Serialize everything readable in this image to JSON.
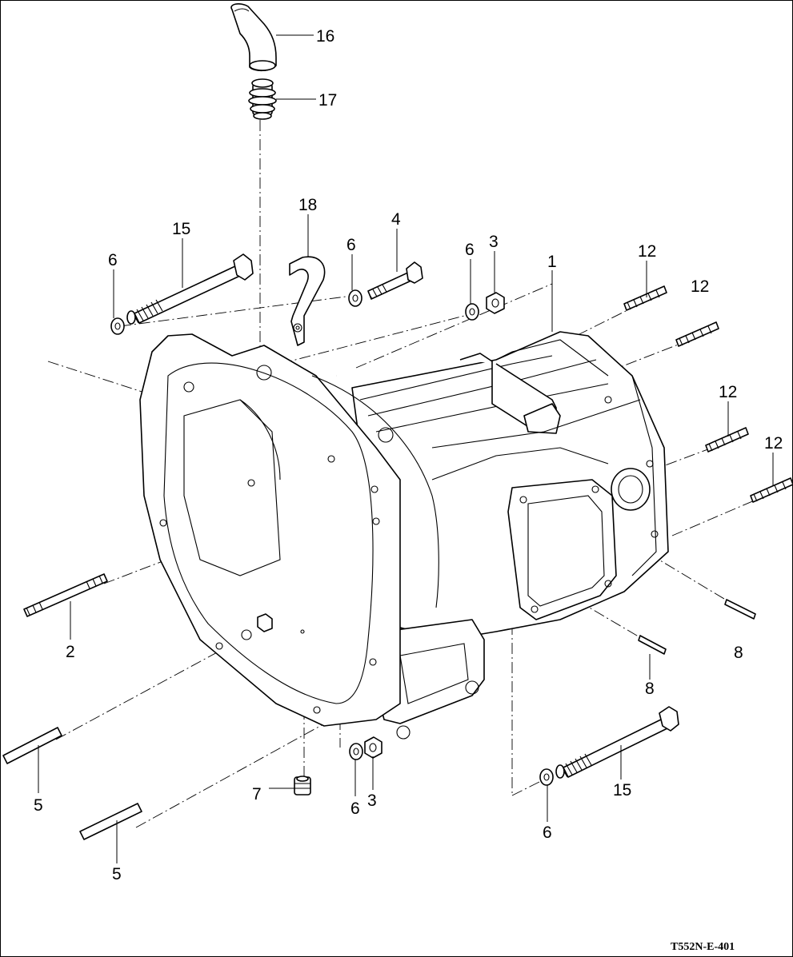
{
  "callouts": {
    "c1": "1",
    "c2": "2",
    "c3a": "3",
    "c3b": "3",
    "c4": "4",
    "c5a": "5",
    "c5b": "5",
    "c6a": "6",
    "c6b": "6",
    "c6c": "6",
    "c6d": "6",
    "c6e": "6",
    "c7": "7",
    "c8a": "8",
    "c8b": "8",
    "c12a": "12",
    "c12b": "12",
    "c12c": "12",
    "c12d": "12",
    "c15a": "15",
    "c15b": "15",
    "c16": "16",
    "c17": "17",
    "c18": "18"
  },
  "drawing_code": "T552N-E-401"
}
